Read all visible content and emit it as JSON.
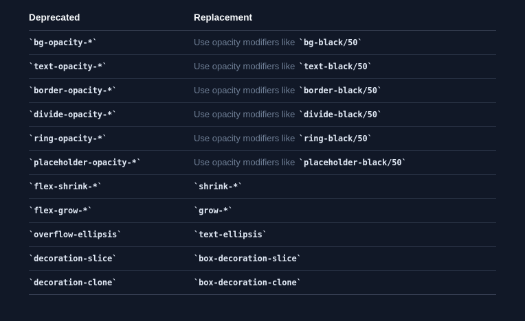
{
  "table": {
    "headers": {
      "deprecated": "Deprecated",
      "replacement": "Replacement"
    },
    "rows": [
      {
        "deprecated": "`bg-opacity-*`",
        "replacement_prose": "Use opacity modifiers like",
        "replacement_code": "`bg-black/50`"
      },
      {
        "deprecated": "`text-opacity-*`",
        "replacement_prose": "Use opacity modifiers like",
        "replacement_code": "`text-black/50`"
      },
      {
        "deprecated": "`border-opacity-*`",
        "replacement_prose": "Use opacity modifiers like",
        "replacement_code": "`border-black/50`"
      },
      {
        "deprecated": "`divide-opacity-*`",
        "replacement_prose": "Use opacity modifiers like",
        "replacement_code": "`divide-black/50`"
      },
      {
        "deprecated": "`ring-opacity-*`",
        "replacement_prose": "Use opacity modifiers like",
        "replacement_code": "`ring-black/50`"
      },
      {
        "deprecated": "`placeholder-opacity-*`",
        "replacement_prose": "Use opacity modifiers like",
        "replacement_code": "`placeholder-black/50`"
      },
      {
        "deprecated": "`flex-shrink-*`",
        "replacement_prose": "",
        "replacement_code": "`shrink-*`"
      },
      {
        "deprecated": "`flex-grow-*`",
        "replacement_prose": "",
        "replacement_code": "`grow-*`"
      },
      {
        "deprecated": "`overflow-ellipsis`",
        "replacement_prose": "",
        "replacement_code": "`text-ellipsis`"
      },
      {
        "deprecated": "`decoration-slice`",
        "replacement_prose": "",
        "replacement_code": "`box-decoration-slice`"
      },
      {
        "deprecated": "`decoration-clone`",
        "replacement_prose": "",
        "replacement_code": "`box-decoration-clone`"
      }
    ]
  },
  "colors": {
    "background": "#111827",
    "header_text": "#f8fafc",
    "code_text": "#dfe7f3",
    "prose_text": "#6f7f96",
    "header_rule": "#31394b",
    "row_rule": "#262f41"
  }
}
